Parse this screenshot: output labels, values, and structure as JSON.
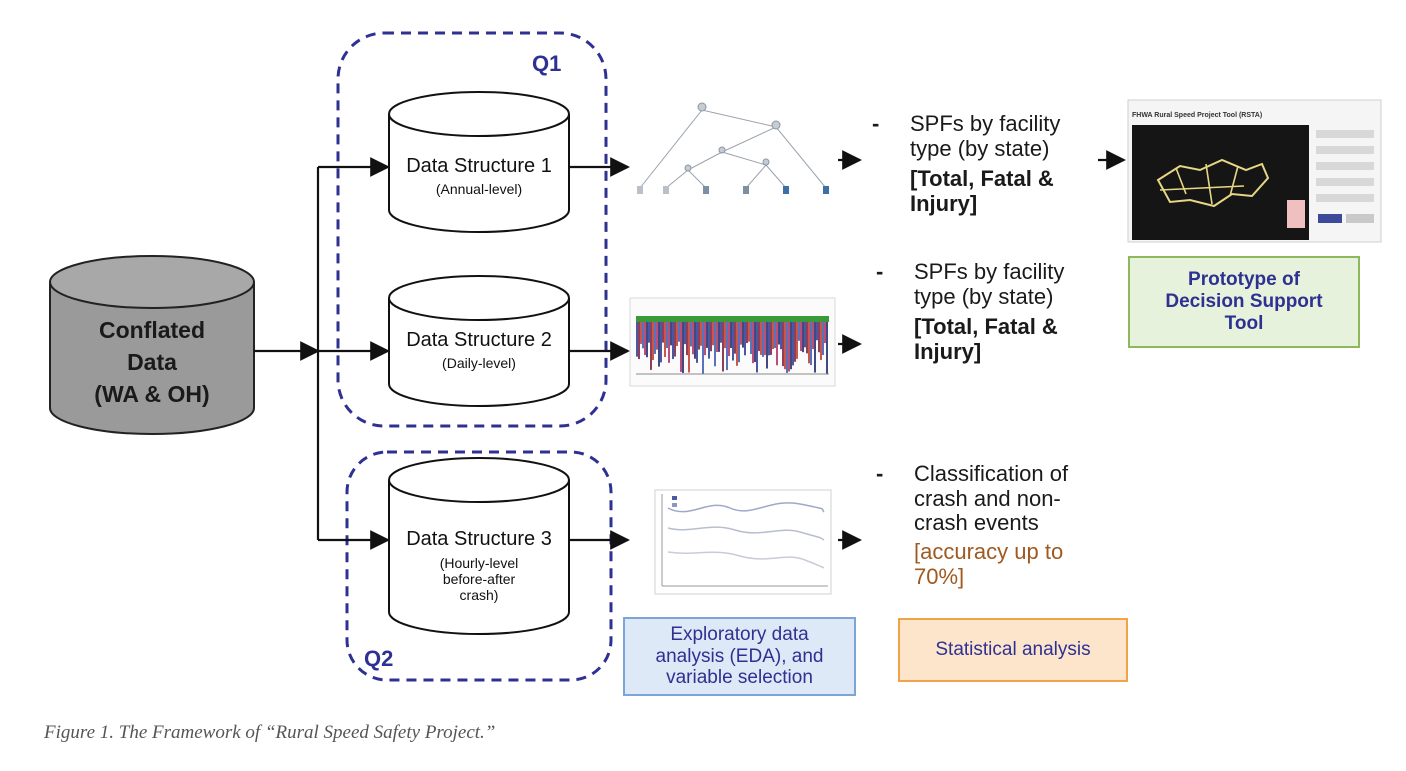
{
  "source": {
    "title_lines": [
      "Conflated",
      "Data",
      "(WA & OH)"
    ]
  },
  "groups": {
    "q1_label": "Q1",
    "q2_label": "Q2"
  },
  "structures": [
    {
      "title": "Data Structure 1",
      "subtitle_lines": [
        "(Annual-level)"
      ]
    },
    {
      "title": "Data Structure 2",
      "subtitle_lines": [
        "(Daily-level)"
      ]
    },
    {
      "title": "Data Structure 3",
      "subtitle_lines": [
        "(Hourly-level",
        "before-after",
        "crash)"
      ]
    }
  ],
  "outputs": [
    {
      "lines": [
        "SPFs by facility",
        "type (by state)"
      ],
      "bracket_lines": [
        "[Total, Fatal &",
        "Injury]"
      ]
    },
    {
      "lines": [
        "SPFs by facility",
        "type (by state)"
      ],
      "bracket_lines": [
        "[Total, Fatal &",
        "Injury]"
      ]
    },
    {
      "lines": [
        "Classification of",
        "crash and non-",
        "crash events"
      ],
      "accent_lines": [
        "[accuracy up to",
        "70%]"
      ]
    }
  ],
  "boxes": {
    "prototype": "Prototype of Decision Support Tool",
    "eda": "Exploratory data analysis (EDA), and variable selection",
    "statistical": "Statistical analysis"
  },
  "dashboard_title": "FHWA Rural Speed Project Tool (RSTA)",
  "caption": "Figure 1. The Framework of “Rural Speed Safety Project.”",
  "colors": {
    "dashed_border": "#2e3192",
    "prototype_fill": "#e6f2dc",
    "prototype_border": "#8fb85c",
    "prototype_text": "#2e3192",
    "eda_fill": "#dde9f7",
    "eda_border": "#7aa6d8",
    "eda_text": "#2e3192",
    "stat_fill": "#fde5cc",
    "stat_border": "#f0a34a",
    "stat_text": "#2e3192",
    "accent_text": "#a0591f",
    "source_fill": "#9a9a9a"
  }
}
